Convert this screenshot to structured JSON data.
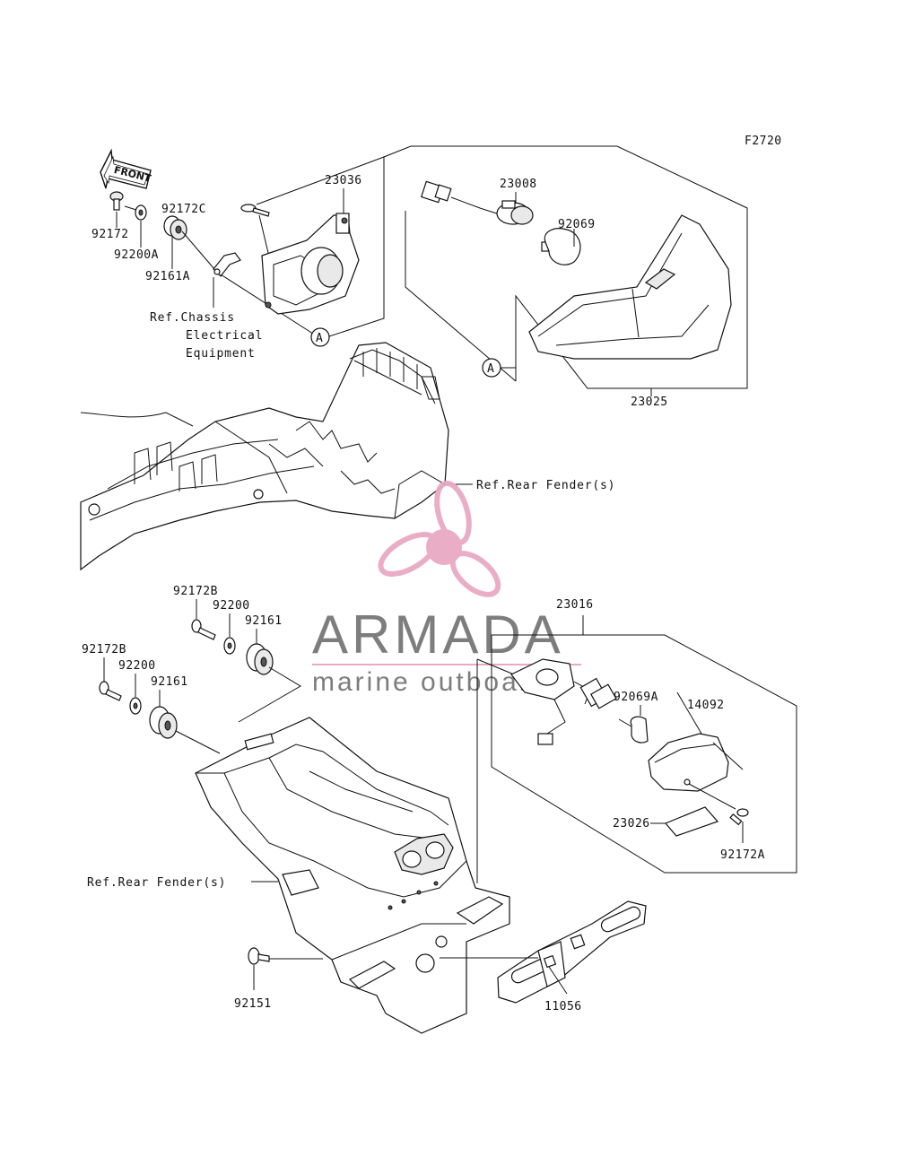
{
  "figure_code": "F2720",
  "front_label": "FRONT",
  "callout_letter": "A",
  "parts": {
    "p92172": "92172",
    "p92200A": "92200A",
    "p92161A": "92161A",
    "p92172C": "92172C",
    "p23036": "23036",
    "p23008": "23008",
    "p92069": "92069",
    "p23025": "23025",
    "p92172B_1": "92172B",
    "p92200_1": "92200",
    "p92161_1": "92161",
    "p92172B_2": "92172B",
    "p92200_2": "92200",
    "p92161_2": "92161",
    "p23016": "23016",
    "p92069A": "92069A",
    "p14092": "14092",
    "p23026": "23026",
    "p92172A": "92172A",
    "p92151": "92151",
    "p11056": "11056"
  },
  "refs": {
    "chassis_1": "Ref.Chassis",
    "chassis_2": "Electrical",
    "chassis_3": "Equipment",
    "rear_fender_top": "Ref.Rear Fender(s)",
    "rear_fender_bottom": "Ref.Rear Fender(s)"
  },
  "watermark": {
    "brand": "ARMADA",
    "tagline": "marine outboards",
    "colors": {
      "logo_pink": "#e9a9c4",
      "brand_gray": "#7d7d7d"
    }
  }
}
